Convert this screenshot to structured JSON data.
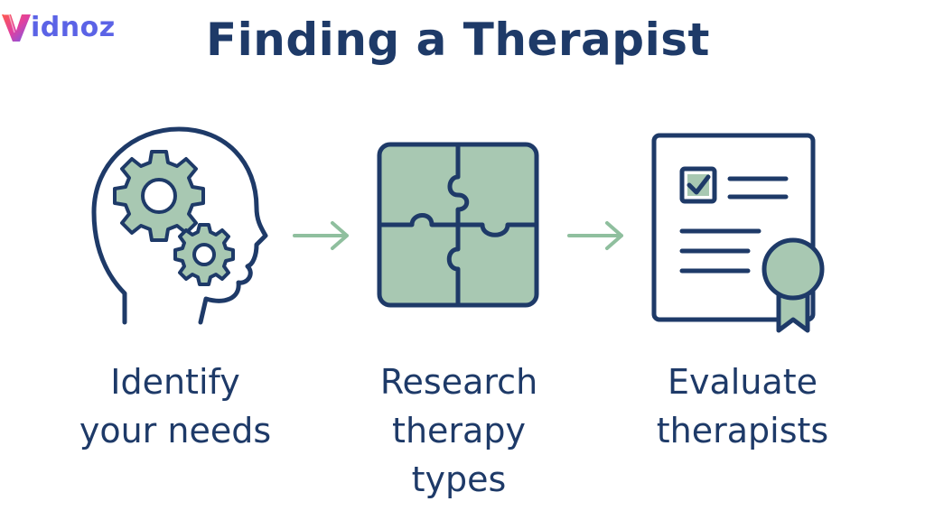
{
  "brand": {
    "logo_text": "idnoz"
  },
  "title": "Finding a Therapist",
  "steps": [
    {
      "line1": "Identify",
      "line2": "your needs",
      "line3": "",
      "icon": "head-gears-icon"
    },
    {
      "line1": "Research",
      "line2": "therapy",
      "line3": "types",
      "icon": "puzzle-icon"
    },
    {
      "line1": "Evaluate",
      "line2": "therapists",
      "line3": "",
      "icon": "certificate-icon"
    }
  ],
  "colors": {
    "navy": "#1e3a68",
    "sage_fill": "#a8c8b2",
    "sage_arrow": "#8fbf9e",
    "logo_gradient_start": "#ff5a4e",
    "logo_gradient_end": "#6b5cf0"
  }
}
